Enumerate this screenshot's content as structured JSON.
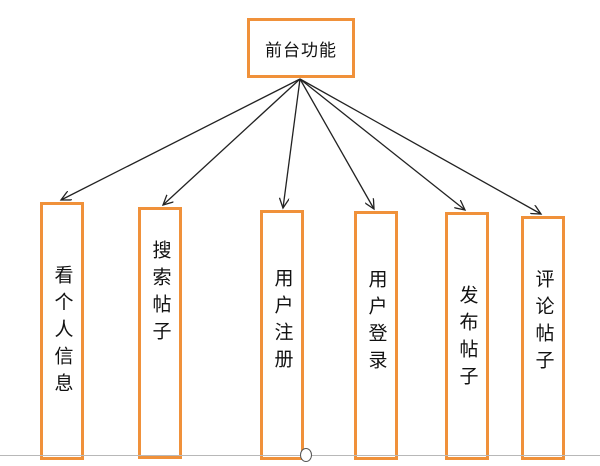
{
  "diagram": {
    "root": {
      "label": "前台功能"
    },
    "children": [
      {
        "label": "看个人信息"
      },
      {
        "label": "搜索帖子"
      },
      {
        "label": "用户注册"
      },
      {
        "label": "用户登录"
      },
      {
        "label": "发布帖子"
      },
      {
        "label": "评论帖子"
      }
    ],
    "edges": [
      {
        "from": "前台功能",
        "to": "看个人信息"
      },
      {
        "from": "前台功能",
        "to": "搜索帖子"
      },
      {
        "from": "前台功能",
        "to": "用户注册"
      },
      {
        "from": "前台功能",
        "to": "用户登录"
      },
      {
        "from": "前台功能",
        "to": "发布帖子"
      },
      {
        "from": "前台功能",
        "to": "评论帖子"
      }
    ]
  },
  "colors": {
    "box_border": "#f0913a",
    "arrow": "#222222",
    "text": "#111111"
  }
}
